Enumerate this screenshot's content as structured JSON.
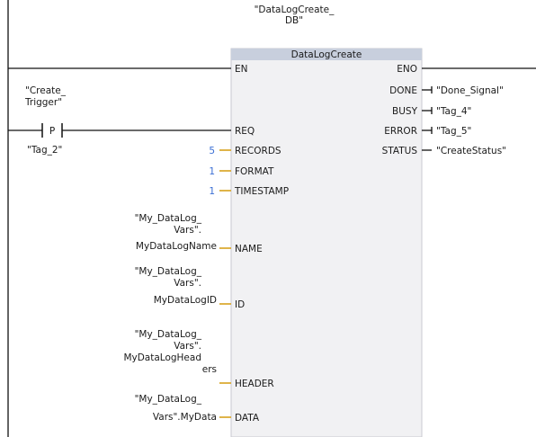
{
  "block": {
    "instance_db": [
      "\"DataLogCreate_",
      "DB\""
    ],
    "name": "DataLogCreate"
  },
  "inputs": {
    "en": "EN",
    "req": "REQ",
    "records": "RECORDS",
    "format": "FORMAT",
    "timestamp": "TIMESTAMP",
    "name": "NAME",
    "id": "ID",
    "header": "HEADER",
    "data": "DATA"
  },
  "outputs": {
    "eno": "ENO",
    "done": "DONE",
    "busy": "BUSY",
    "error": "ERROR",
    "status": "STATUS"
  },
  "output_tags": {
    "done": "\"Done_Signal\"",
    "busy": "\"Tag_4\"",
    "error": "\"Tag_5\"",
    "status": "\"CreateStatus\""
  },
  "contact": {
    "tag_top": [
      "\"Create_",
      "Trigger\""
    ],
    "symbol": "P",
    "tag_bottom": "\"Tag_2\""
  },
  "constants": {
    "records": "5",
    "format": "1",
    "timestamp": "1"
  },
  "input_tags": {
    "name": [
      "\"My_DataLog_",
      "Vars\".",
      "MyDataLogName"
    ],
    "id": [
      "\"My_DataLog_",
      "Vars\".",
      "MyDataLogID"
    ],
    "header": [
      "\"My_DataLog_",
      "Vars\".",
      "MyDataLogHead",
      "ers"
    ],
    "data": [
      "\"My_DataLog_",
      "Vars\".MyData"
    ]
  }
}
